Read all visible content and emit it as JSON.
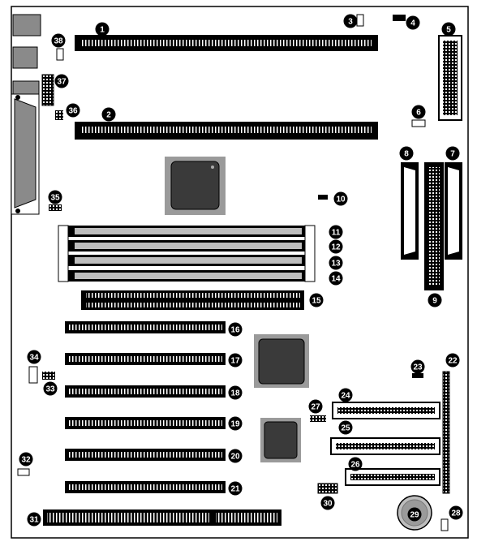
{
  "colors": {
    "ink": "#000000",
    "chip": "#808080",
    "chipDark": "#3a3a3a",
    "paper": "#ffffff"
  },
  "callouts": [
    "1",
    "2",
    "3",
    "4",
    "5",
    "6",
    "7",
    "8",
    "9",
    "10",
    "11",
    "12",
    "13",
    "14",
    "15",
    "16",
    "17",
    "18",
    "19",
    "20",
    "21",
    "22",
    "23",
    "24",
    "25",
    "26",
    "27",
    "28",
    "29",
    "30",
    "31",
    "32",
    "33",
    "34",
    "35",
    "36",
    "37",
    "38"
  ]
}
